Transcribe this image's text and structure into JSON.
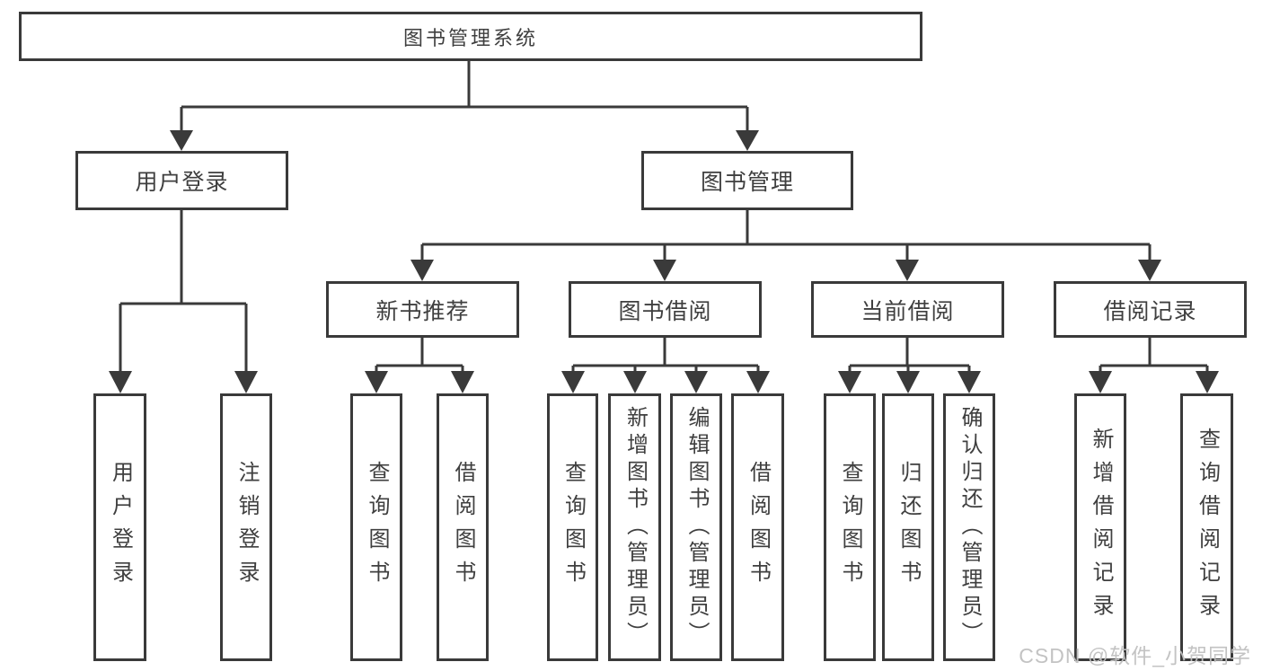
{
  "diagram": {
    "type": "hierarchy-tree",
    "colors": {
      "line": "#3a3a3a",
      "border": "#3a3a3a",
      "text": "#3f3f3f",
      "background": "#ffffff",
      "watermark": "#c0c0c0"
    },
    "nodes": {
      "root": "图书管理系统",
      "level2": {
        "user_login": "用户登录",
        "book_mgmt": "图书管理"
      },
      "level3": {
        "new_books": "新书推荐",
        "book_borrow": "图书借阅",
        "current_borrow": "当前借阅",
        "borrow_records": "借阅记录"
      },
      "leaves": {
        "login": "用户登录",
        "logout": "注销登录",
        "nb_query": "查询图书",
        "nb_borrow": "借阅图书",
        "bb_query": "查询图书",
        "bb_add": "新增图书（管理员）",
        "bb_edit": "编辑图书（管理员）",
        "bb_borrow": "借阅图书",
        "cb_query": "查询图书",
        "cb_return": "归还图书",
        "cb_confirm": "确认归还（管理员）",
        "br_add": "新增借阅记录",
        "br_query": "查询借阅记录"
      }
    },
    "watermark": "CSDN @软件_小贺同学"
  }
}
